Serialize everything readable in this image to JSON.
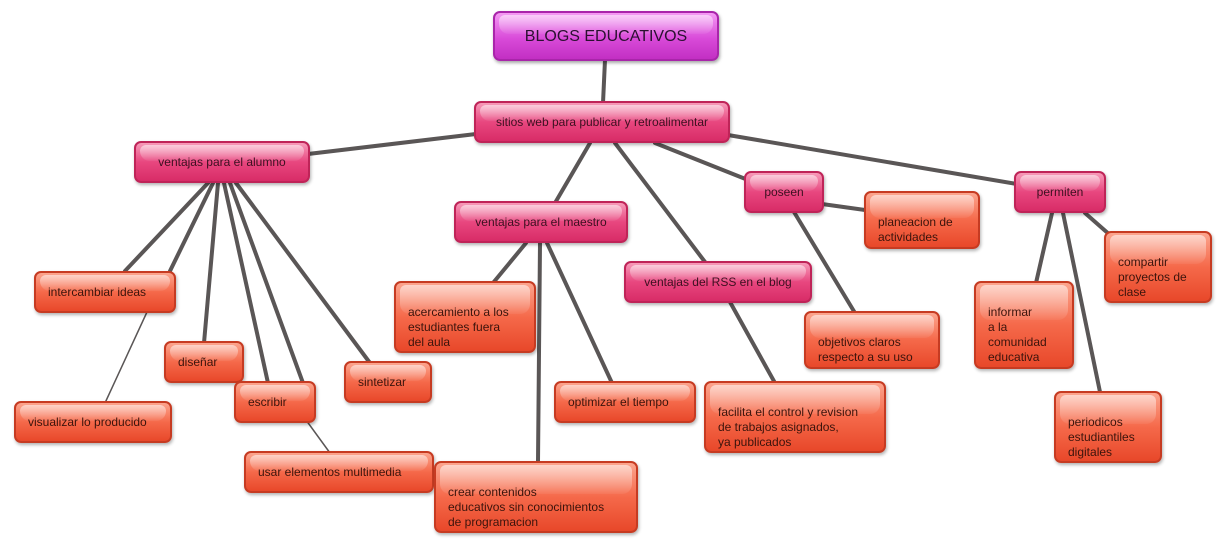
{
  "title": "BLOGS EDUCATIVOS",
  "hub": "sitios web para publicar y retroalimentar",
  "branches": {
    "alumno": "ventajas para el alumno",
    "maestro": "ventajas para el maestro",
    "rss": "ventajas del RSS en el blog",
    "poseen": "poseen",
    "permiten": "permiten"
  },
  "leaves": {
    "intercambiar": "intercambiar ideas",
    "visualizar": "visualizar lo producido",
    "disenar": "diseñar",
    "escribir": "escribir",
    "sintetizar": "sintetizar",
    "multimedia": "usar elementos multimedia",
    "acercamiento": "acercamiento a los\nestudiantes fuera\ndel aula",
    "crear": "crear  contenidos\neducativos sin conocimientos\nde programacion",
    "optimizar": "optimizar el tiempo",
    "facilita": "facilita el control y revision\nde trabajos asignados,\n ya publicados",
    "planeacion": "planeacion de\nactividades",
    "objetivos": "objetivos claros\nrespecto a su uso",
    "informar": "informar\n a la\ncomunidad\neducativa",
    "compartir": "compartir\nproyectos de\nclase",
    "periodicos": "periodicos\nestudiantiles\ndigitales"
  },
  "colors": {
    "root": "#d94bd9",
    "branch": "#e8477f",
    "leaf": "#f5694a",
    "connector": "#5a5656"
  }
}
